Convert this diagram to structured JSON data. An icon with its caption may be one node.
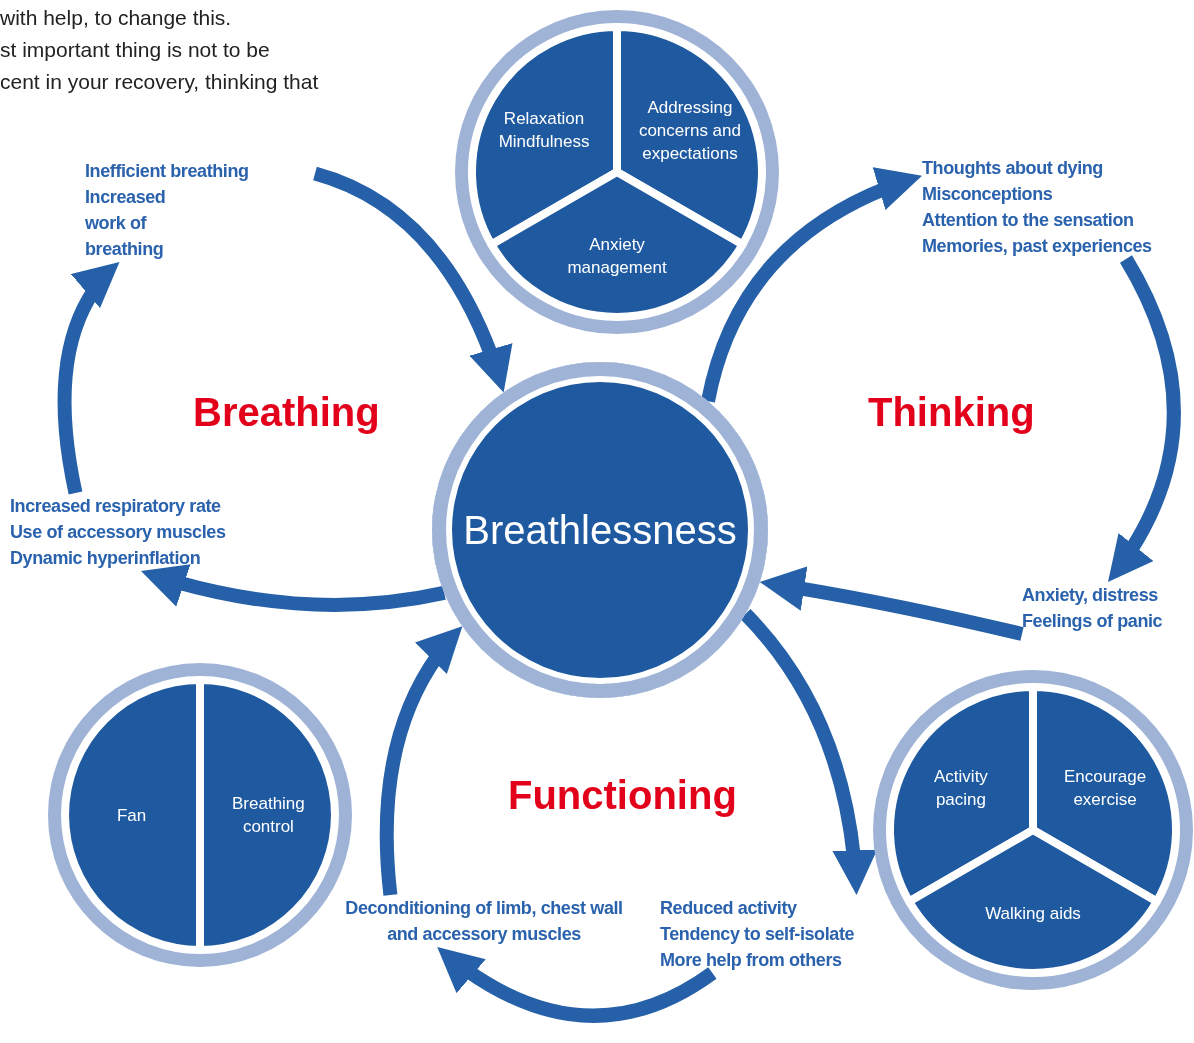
{
  "diagram": {
    "nodes": [
      {
        "text": [
          "Breathlessness"
        ]
      },
      {
        "text": [],
        "shape": "circle"
      },
      {
        "text": [
          "Relaxation Mindfulness"
        ],
        "in": 1
      },
      {
        "text": [
          "Addressing concerns and expectations"
        ],
        "in": 1
      },
      {
        "text": [
          "Anxiety management"
        ],
        "in": 1
      },
      {
        "text": [
          "Inefficient breathing",
          "Increased work of breathing"
        ]
      },
      {
        "text": [
          "Thoughts about dying",
          "Misconceptions",
          "Attention to the sensation",
          "Memories, past experiences"
        ]
      },
      {
        "text": [
          "Increased respiratory rate",
          "Use of accessory muscles",
          "Dynamic hyperinflation"
        ]
      },
      {
        "text": [
          "Anxiety, distress",
          "Feelings of panic"
        ]
      },
      {
        "text": [],
        "shape": "circle"
      },
      {
        "text": [
          "Fan"
        ],
        "in": 9
      },
      {
        "text": [
          "Breathing control"
        ],
        "in": 9
      },
      {
        "text": [],
        "shape": "circle"
      },
      {
        "text": [
          "Activity pacing"
        ],
        "in": 12
      },
      {
        "text": [
          "Encourage exercise"
        ],
        "in": 12
      },
      {
        "text": [
          "Walking aids"
        ],
        "in": 12
      },
      {
        "text": [
          "Deconditioning of limb, chest wall and accessory muscles"
        ]
      },
      {
        "text": [
          "Reduced activity",
          "Tendency to self-isolate",
          "More help from others"
        ]
      }
    ],
    "edges": [
      {
        "from": 0,
        "to": 7,
        "arrow": "to"
      },
      {
        "from": 7,
        "to": 5,
        "arrow": "to"
      },
      {
        "from": 5,
        "to": 0,
        "arrow": "to"
      },
      {
        "from": 0,
        "to": 6,
        "arrow": "to"
      },
      {
        "from": 6,
        "to": 8,
        "arrow": "to"
      },
      {
        "from": 8,
        "to": 0,
        "arrow": "to"
      },
      {
        "from": 0,
        "to": 17,
        "arrow": "to"
      },
      {
        "from": 17,
        "to": 16,
        "arrow": "to"
      },
      {
        "from": 16,
        "to": 0,
        "arrow": "to"
      }
    ],
    "labels": [
      "with help, to change this.",
      "st important thing is not to be",
      "cent in your recovery, thinking that",
      "Breathing",
      "Thinking",
      "Functioning"
    ]
  }
}
